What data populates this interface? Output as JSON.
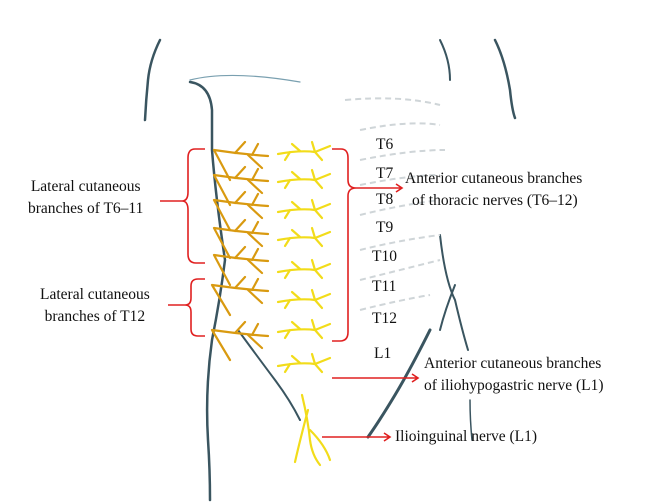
{
  "segments": [
    "T6",
    "T7",
    "T8",
    "T9",
    "T10",
    "T11",
    "T12",
    "L1"
  ],
  "labels": {
    "lateral_t6_11": [
      "Lateral cutaneous",
      "branches of T6–11"
    ],
    "lateral_t12": [
      "Lateral cutaneous",
      "branches of T12"
    ],
    "anterior_thoracic": [
      "Anterior cutaneous branches",
      "of thoracic nerves (T6–12)"
    ],
    "anterior_iliohypogastric": [
      "Anterior cutaneous branches",
      "of iliohypogastric nerve (L1)"
    ],
    "ilioinguinal": "Ilioinguinal nerve (L1)"
  },
  "colors": {
    "bracket": "#e02020",
    "lateral_nerve": "#d99a10",
    "anterior_nerve": "#f2dc1a",
    "outline": "#3a5560"
  }
}
